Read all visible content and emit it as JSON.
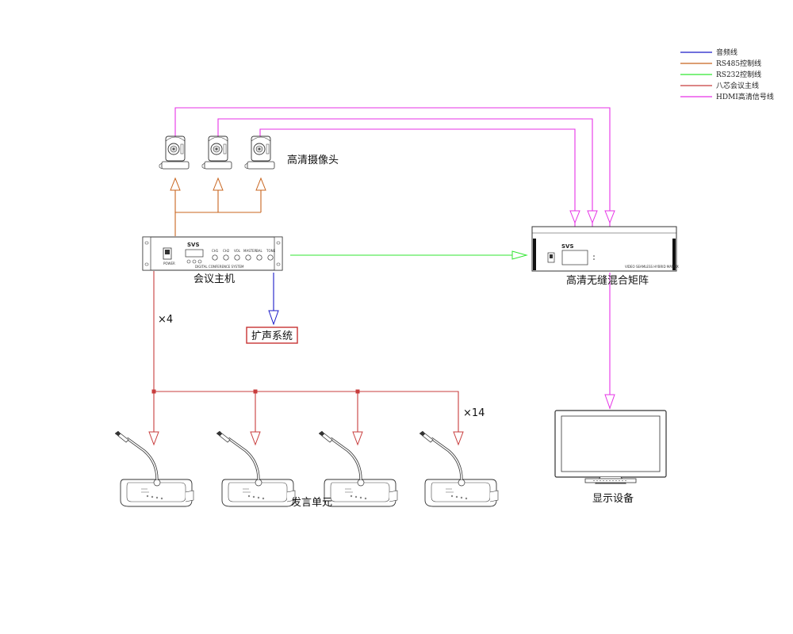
{
  "legend": [
    {
      "label": "音频线",
      "color": "#1a1ac8"
    },
    {
      "label": "RS485控制线",
      "color": "#c8641e"
    },
    {
      "label": "RS232控制线",
      "color": "#32e632"
    },
    {
      "label": "八芯会议主线",
      "color": "#c83c3c"
    },
    {
      "label": "HDMI高清信号线",
      "color": "#e632e6"
    }
  ],
  "labels": {
    "camera": "高清摄像头",
    "host": "会议主机",
    "speaker_system": "扩声系统",
    "matrix": "高清无缝混合矩阵",
    "units": "发言单元",
    "display": "显示设备",
    "mult_4": "×4",
    "mult_14": "×14"
  },
  "brand": "SVS",
  "host_panel": {
    "subtitle": "DIGITAL CONFERENCE SYSTEM",
    "power": "POWER",
    "knobs": [
      "CH1",
      "CH2",
      "VOL",
      "MASTER",
      "BAL",
      "TONE"
    ]
  },
  "matrix_panel": {
    "subtitle": "VIDEO SEAMLESS HYBRID MATRIX"
  },
  "colors": {
    "audio": "#1a1ac8",
    "rs485": "#c8641e",
    "rs232": "#32e632",
    "main8": "#c83c3c",
    "hdmi": "#e632e6"
  }
}
